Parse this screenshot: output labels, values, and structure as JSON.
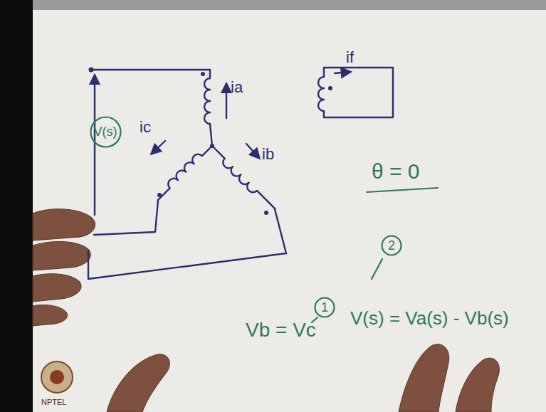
{
  "diagram": {
    "nodes": [
      {
        "text": [
          "V(s)"
        ]
      },
      {
        "text": [
          "1"
        ]
      },
      {
        "text": [
          "2"
        ]
      }
    ],
    "labels": [
      "ia",
      "ib",
      "ic",
      "if",
      "θ = 0",
      "Vb = Vc",
      "V(s) = Va(s) - Vb(s)",
      "NPTEL"
    ]
  }
}
